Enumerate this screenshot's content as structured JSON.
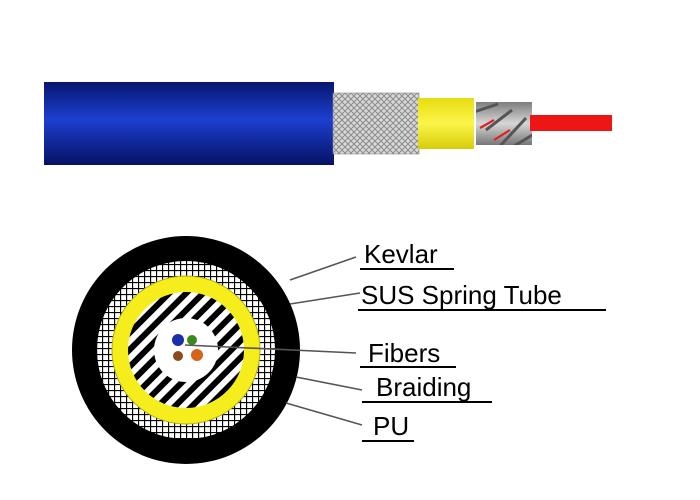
{
  "colors": {
    "pu_jacket": "#0a1f8a",
    "pu_jacket_highlight": "#1d3fd0",
    "braiding": "#c8c8c8",
    "kevlar_yellow": "#f5ee1c",
    "spring_tube": "#9a9a9a",
    "fiber_red": "#ee1515",
    "cross_section_black": "#000000",
    "fiber_blue": "#1a2fa8",
    "fiber_green": "#3a8a20",
    "fiber_orange": "#d6651c",
    "fiber_brown": "#8a4a1c"
  },
  "labels": {
    "kevlar": "Kevlar",
    "spring_tube": "SUS Spring Tube",
    "fibers": "Fibers",
    "braiding": "Braiding",
    "pu": "PU"
  }
}
